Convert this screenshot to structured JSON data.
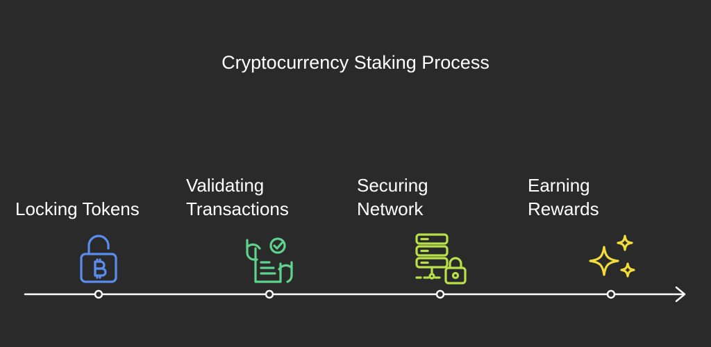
{
  "diagram": {
    "title": "Cryptocurrency Staking Process",
    "steps": [
      {
        "label": "Locking Tokens",
        "icon": "padlock-bitcoin-icon",
        "color": "#5b8def"
      },
      {
        "label": "Validating\nTransactions",
        "icon": "document-check-icon",
        "color": "#5fd38d"
      },
      {
        "label": "Securing\nNetwork",
        "icon": "server-lock-icon",
        "color": "#b8e04a"
      },
      {
        "label": "Earning\nRewards",
        "icon": "sparkles-icon",
        "color": "#f2dc3c"
      }
    ],
    "line_color": "#ffffff"
  }
}
